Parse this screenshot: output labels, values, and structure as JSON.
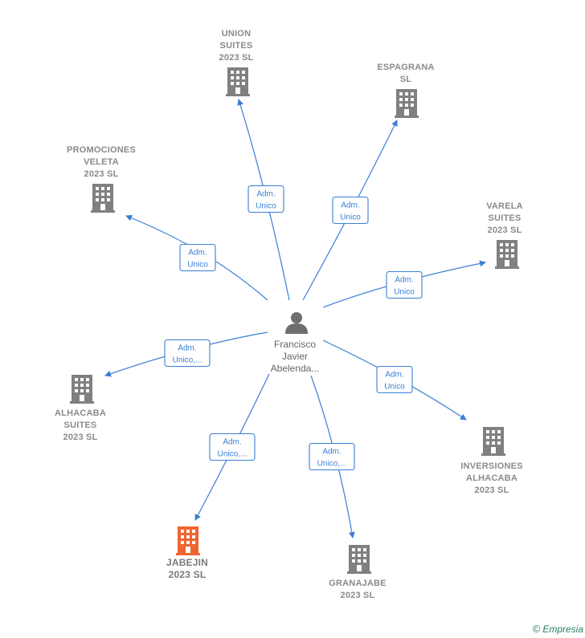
{
  "center": {
    "lines": [
      "Francisco",
      "Javier",
      "Abelenda..."
    ],
    "icon": "person-icon"
  },
  "companies": [
    {
      "id": "union",
      "lines": [
        "UNION",
        "SUITES",
        "2023  SL"
      ],
      "icon": "building-icon",
      "color": "#808080"
    },
    {
      "id": "espagrana",
      "lines": [
        "ESPAGRANA",
        "SL"
      ],
      "icon": "building-icon",
      "color": "#808080"
    },
    {
      "id": "promociones",
      "lines": [
        "PROMOCIONES",
        "VELETA",
        "2023  SL"
      ],
      "icon": "building-icon",
      "color": "#808080"
    },
    {
      "id": "varela",
      "lines": [
        "VARELA",
        "SUITES",
        "2023  SL"
      ],
      "icon": "building-icon",
      "color": "#808080"
    },
    {
      "id": "alhacaba-suites",
      "lines": [
        "ALHACABA",
        "SUITES",
        "2023  SL"
      ],
      "icon": "building-icon",
      "color": "#808080"
    },
    {
      "id": "inversiones",
      "lines": [
        "INVERSIONES",
        "ALHACABA",
        "2023  SL"
      ],
      "icon": "building-icon",
      "color": "#808080"
    },
    {
      "id": "jabejin",
      "lines": [
        "JABEJIN",
        "2023  SL"
      ],
      "icon": "building-icon",
      "color": "#f0652f",
      "highlight": true
    },
    {
      "id": "granajabe",
      "lines": [
        "GRANAJABE",
        "2023  SL"
      ],
      "icon": "building-icon",
      "color": "#808080"
    }
  ],
  "edges": [
    {
      "to": "union",
      "lines": [
        "Adm.",
        "Unico"
      ]
    },
    {
      "to": "espagrana",
      "lines": [
        "Adm.",
        "Unico"
      ]
    },
    {
      "to": "promociones",
      "lines": [
        "Adm.",
        "Unico"
      ]
    },
    {
      "to": "varela",
      "lines": [
        "Adm.",
        "Unico"
      ]
    },
    {
      "to": "alhacaba-suites",
      "lines": [
        "Adm.",
        "Unico,..."
      ]
    },
    {
      "to": "inversiones",
      "lines": [
        "Adm.",
        "Unico"
      ]
    },
    {
      "to": "jabejin",
      "lines": [
        "Adm.",
        "Unico,..."
      ]
    },
    {
      "to": "granajabe",
      "lines": [
        "Adm.",
        "Unico,..."
      ]
    }
  ],
  "colors": {
    "edge": "#3a7fd5",
    "building": "#808080",
    "highlight": "#f0652f",
    "person": "#6e6e6e"
  },
  "brand": {
    "copyright": "©",
    "name": "Empresia"
  }
}
